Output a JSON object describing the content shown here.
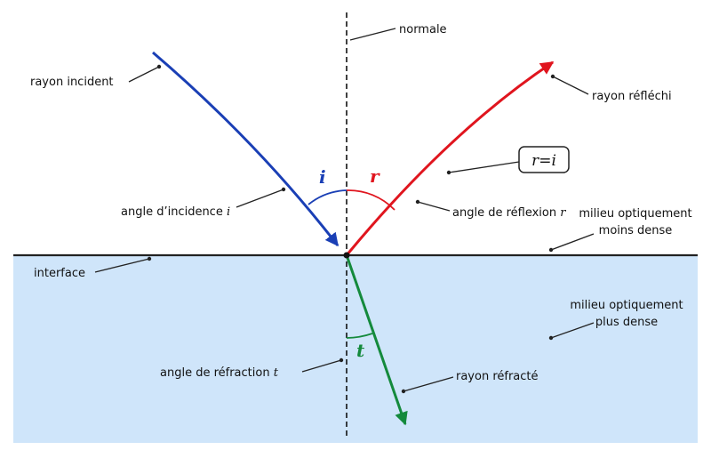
{
  "labels": {
    "normale": "normale",
    "rayon_incident": "rayon incident",
    "rayon_reflechi": "rayon réfléchi",
    "rayon_refracte": "rayon réfracté",
    "angle_incidence": "angle d’incidence ",
    "angle_incidence_sym": "i",
    "angle_reflexion": "angle de réflexion ",
    "angle_reflexion_sym": "r",
    "angle_refraction": "angle de réfraction ",
    "angle_refraction_sym": "t",
    "interface": "interface",
    "milieu_moins_dense_1": "milieu optiquement",
    "milieu_moins_dense_2": "moins dense",
    "milieu_plus_dense_1": "milieu optiquement",
    "milieu_plus_dense_2": "plus dense",
    "law": "r=i"
  },
  "symbols": {
    "i": "i",
    "r": "r",
    "t": "t"
  },
  "colors": {
    "incident": "#1a3fb5",
    "reflected": "#e0151e",
    "refracted": "#148a3c",
    "denser_medium": "#cfe5fa",
    "interface_line": "#222222"
  }
}
